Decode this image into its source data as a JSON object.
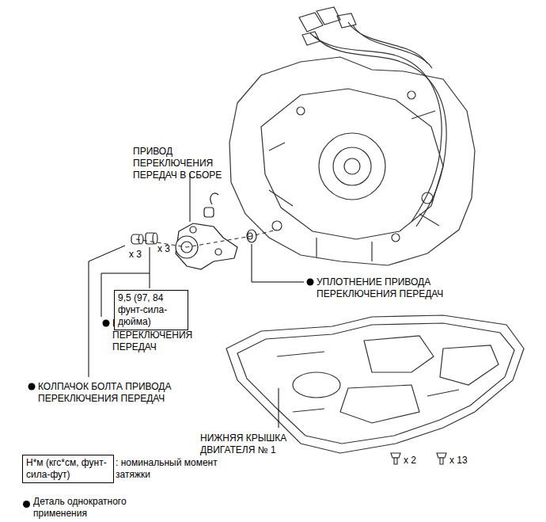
{
  "diagram": {
    "nodes": [
      {
        "text": [
          "9,5 (97, 84 фунт-сила-дюйма)"
        ]
      },
      {
        "text": [
          "Н*м (кгс*см, фунт-сила-фут)"
        ]
      }
    ],
    "labels": [
      "ПРИВОД ПЕРЕКЛЮЧЕНИЯ ПЕРЕДАЧ В СБОРЕ",
      "x 3",
      "x 3",
      "УПЛОТНЕНИЕ ПРИВОДА ПЕРЕКЛЮЧЕНИЯ ПЕРЕДАЧ",
      "БОЛТ ПРИВОДА ПЕРЕКЛЮЧЕНИЯ ПЕРЕДАЧ",
      "КОЛПАЧОК БОЛТА ПРИВОДА ПЕРЕКЛЮЧЕНИЯ ПЕРЕДАЧ",
      "НИЖНЯЯ КРЫШКА ДВИГАТЕЛЯ № 1",
      "x 2",
      "x 13",
      ": номинальный момент затяжки"
    ],
    "legend": [
      {
        "text": "Деталь однократного применения"
      }
    ]
  }
}
